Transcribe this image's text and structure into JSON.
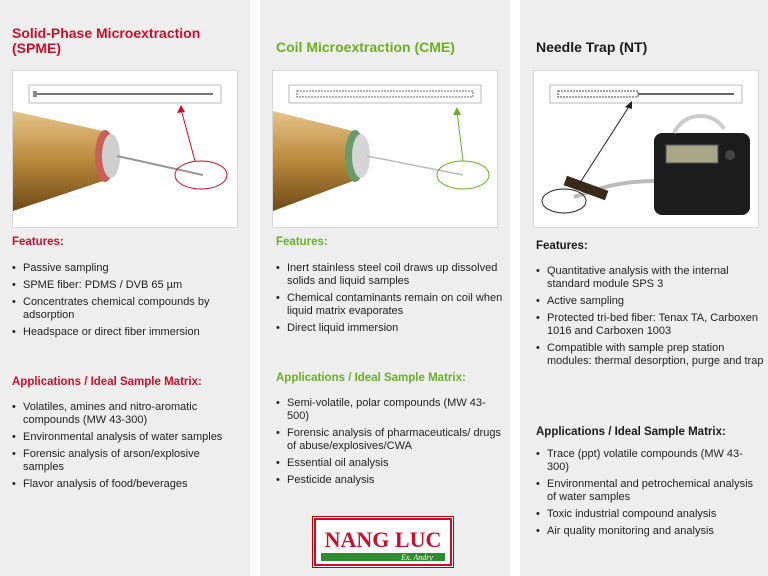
{
  "columns": [
    {
      "title": "Solid-Phase Microextraction (SPME)",
      "features_heading": "Features:",
      "features": [
        "Passive sampling",
        "SPME fiber: PDMS / DVB 65 µm",
        "Concentrates chemical compounds by adsorption",
        "Headspace or direct fiber immersion"
      ],
      "applications_heading": "Applications / Ideal Sample Matrix:",
      "applications": [
        "Volatiles, amines and nitro-aromatic compounds (MW 43-300)",
        "Environmental analysis of water samples",
        "Forensic analysis of arson/explosive samples",
        "Flavor analysis of food/beverages"
      ]
    },
    {
      "title": "Coil Microextraction (CME)",
      "features_heading": "Features:",
      "features": [
        "Inert stainless steel coil draws up dissolved solids and liquid samples",
        "Chemical contaminants remain on coil when liquid matrix evaporates",
        "Direct liquid immersion"
      ],
      "applications_heading": "Applications / Ideal Sample Matrix:",
      "applications": [
        "Semi-volatile, polar compounds (MW 43-500)",
        "Forensic analysis of pharmaceuticals/ drugs of abuse/explosives/CWA",
        "Essential oil analysis",
        "Pesticide analysis"
      ]
    },
    {
      "title": "Needle Trap (NT)",
      "features_heading": "Features:",
      "features": [
        "Quantitative analysis with the internal standard module SPS 3",
        "Active sampling",
        "Protected tri-bed fiber: Tenax TA, Carboxen 1016 and Carboxen 1003",
        "Compatible with sample prep station modules: thermal desorption, purge and trap"
      ],
      "applications_heading": "Applications / Ideal Sample Matrix:",
      "applications": [
        "Trace (ppt) volatile compounds (MW 43-300)",
        "Environmental and petrochemical analysis of water samples",
        "Toxic industrial compound analysis",
        "Air quality monitoring and analysis"
      ]
    }
  ],
  "logo": {
    "name": "NANG LUC",
    "tagline": "Ex. Andry"
  },
  "colors": {
    "spme": "#c8102e",
    "cme": "#6ab023",
    "nt": "#1a1a1a",
    "gold": "#b8893a"
  }
}
